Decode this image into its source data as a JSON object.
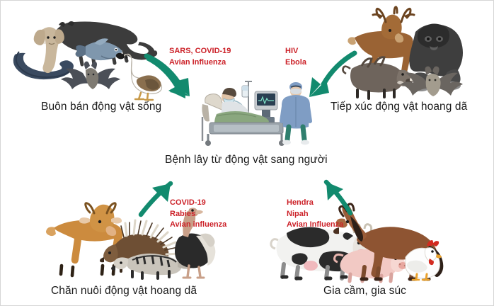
{
  "diagram": {
    "title": "Zoonotic disease transmission pathways",
    "center_label": "Bệnh lây từ động vật sang người",
    "colors": {
      "arrow_green": "#128a6e",
      "disease_red": "#cc2229",
      "label_black": "#1a1a1a",
      "background": "#ffffff",
      "border": "#d6d6d6"
    }
  },
  "quadrants": {
    "top_left": {
      "label": "Buôn bán động vật sống",
      "diseases": [
        "SARS, COVID-19",
        "Avian Influenza"
      ],
      "animals": [
        "civet-icon",
        "cobra-snake-icon",
        "fish-icon",
        "bat-icon",
        "goose-icon"
      ]
    },
    "top_right": {
      "label": "Tiếp xúc động vật hoang dã",
      "diseases": [
        "HIV",
        "Ebola"
      ],
      "animals": [
        "deer-icon",
        "gorilla-icon",
        "warthog-icon",
        "bat-icon"
      ]
    },
    "bottom_left": {
      "label": "Chăn nuôi động vật hoang dã",
      "diseases": [
        "COVID-19",
        "Rabies",
        "Avian influenza"
      ],
      "animals": [
        "deer-icon",
        "porcupine-icon",
        "civet-icon",
        "ostrich-icon"
      ]
    },
    "bottom_right": {
      "label": "Gia cầm, gia súc",
      "diseases": [
        "Hendra",
        "Nipah",
        "Avian Influenza"
      ],
      "animals": [
        "cow-icon",
        "pig-icon",
        "horse-icon",
        "chicken-icon"
      ]
    }
  },
  "center_scene": {
    "name": "hospital-scene",
    "elements": [
      "patient-in-bed-icon",
      "iv-stand-icon",
      "vital-monitor-icon",
      "doctor-ppe-icon"
    ]
  }
}
